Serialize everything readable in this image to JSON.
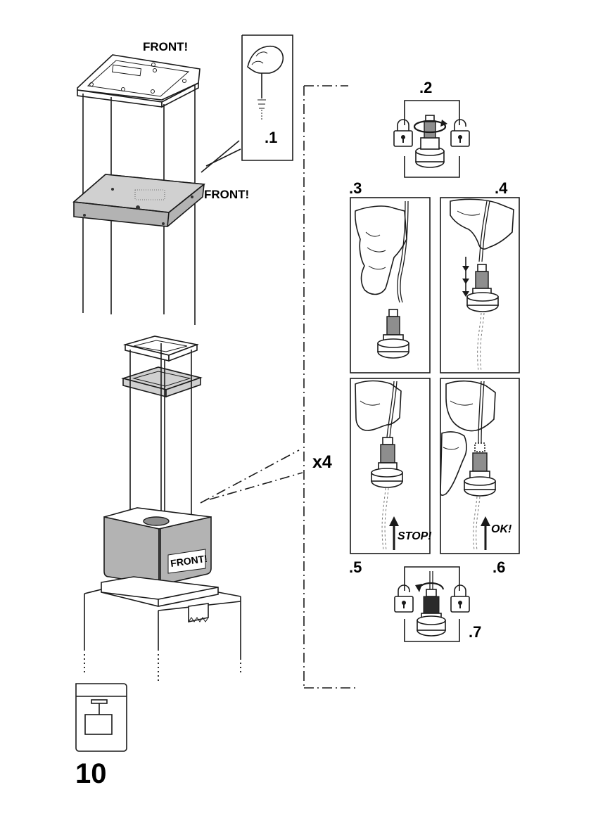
{
  "labels": {
    "front_top": "FRONT!",
    "front_plate": "FRONT!",
    "front_hood": "FRONT!",
    "multiplier": "x4",
    "page_number": "10"
  },
  "steps": {
    "s1": ".1",
    "s2": ".2",
    "s3": ".3",
    "s4": ".4",
    "s5": ".5",
    "s6": ".6",
    "s7": ".7"
  },
  "callouts": {
    "stop": "STOP!",
    "ok": "OK!"
  },
  "icons": [
    "lock-closed-icon",
    "lock-open-icon",
    "rotate-arrow-icon",
    "up-arrow-icon",
    "down-arrow-icon",
    "hand-icon"
  ]
}
